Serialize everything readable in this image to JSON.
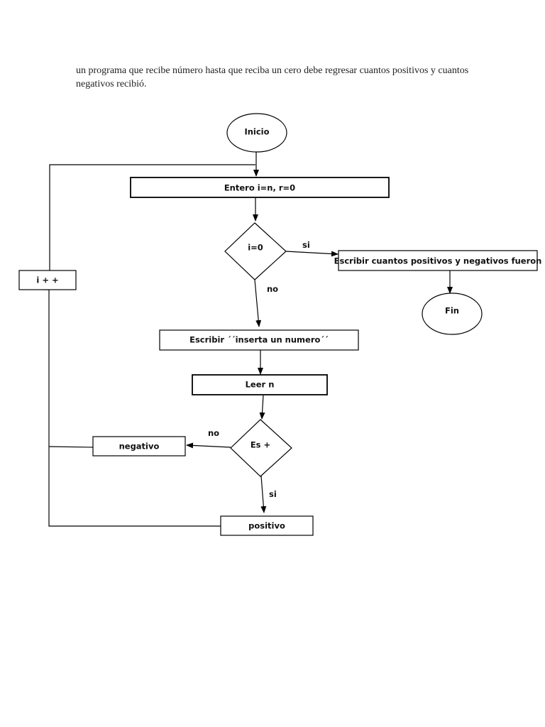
{
  "intro_text": "un programa que recibe número hasta que reciba un cero debe regresar cuantos positivos y cuantos negativos recibió.",
  "nodes": {
    "inicio": "Inicio",
    "entero": "Entero i=n, r=0",
    "cond_i": "i=0",
    "escribir_resultado": "Escribir cuantos positivos y negativos fueron",
    "fin": "Fin",
    "escribir_inserta": "Escribir ´´inserta un numero´´",
    "leer": "Leer n",
    "cond_es": "Es +",
    "negativo": "negativo",
    "positivo": "positivo",
    "incremento": "i + +"
  },
  "edge_labels": {
    "cond_i_yes": "si",
    "cond_i_no": "no",
    "cond_es_no": "no",
    "cond_es_yes": "si"
  }
}
